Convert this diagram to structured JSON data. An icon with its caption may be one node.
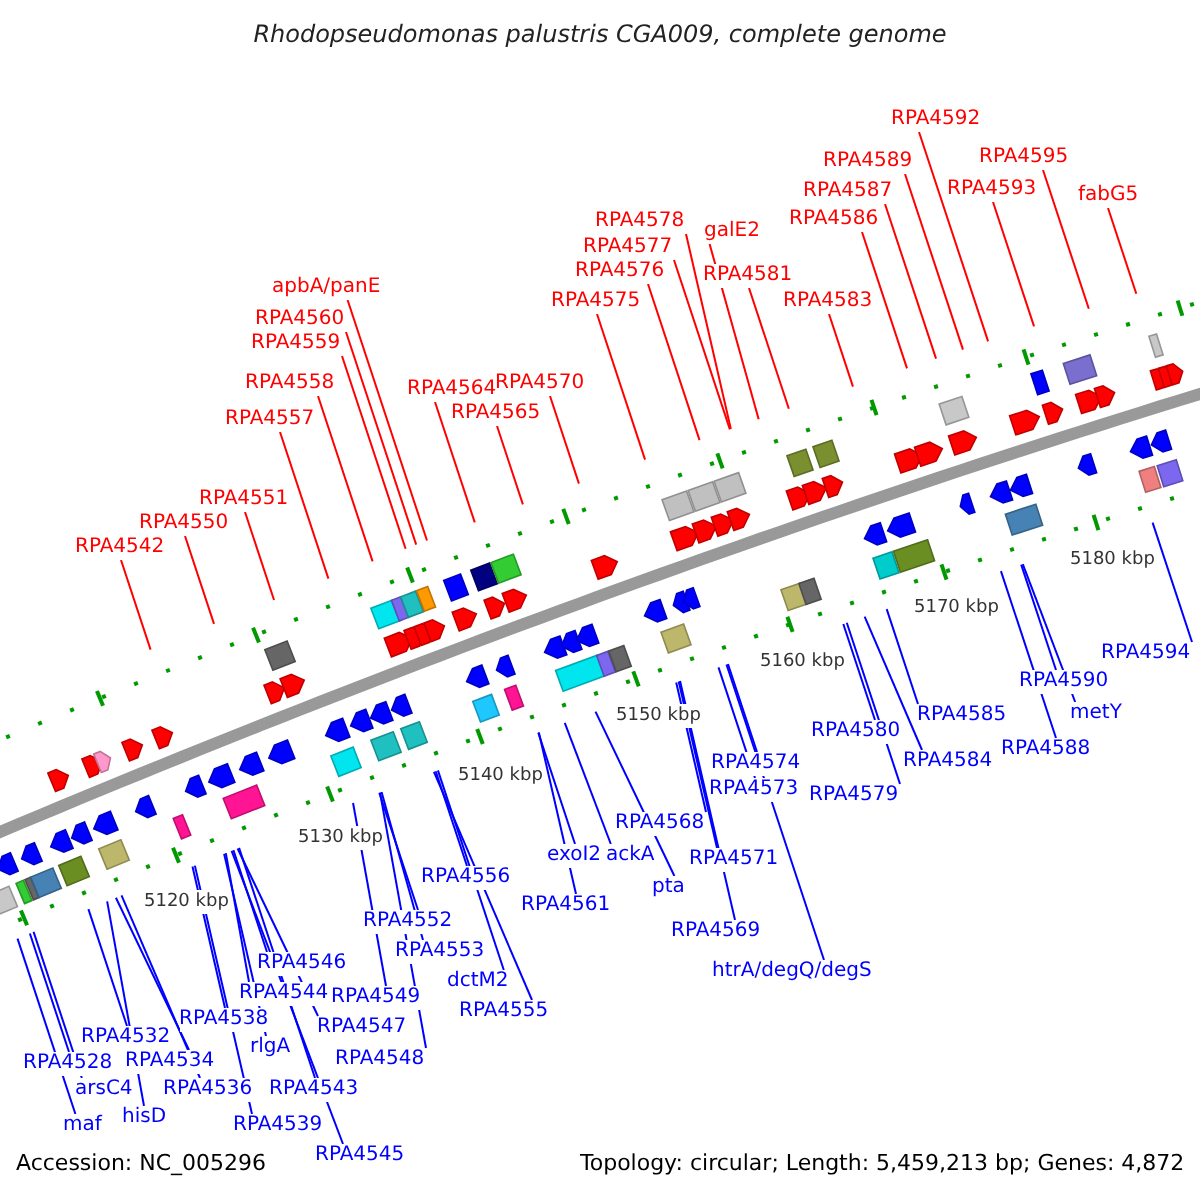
{
  "diagram": {
    "title": "Rhodopseudomonas palustris CGA009, complete genome",
    "nodes": [
      {
        "text": [
          "RPA4592"
        ]
      },
      {
        "text": [
          "RPA4589"
        ]
      },
      {
        "text": [
          "RPA4595"
        ]
      },
      {
        "text": [
          "RPA4587"
        ]
      },
      {
        "text": [
          "RPA4593"
        ]
      },
      {
        "text": [
          "fabG5"
        ]
      },
      {
        "text": [
          "RPA4586"
        ]
      },
      {
        "text": [
          "RPA4578"
        ]
      },
      {
        "text": [
          "galE2"
        ]
      },
      {
        "text": [
          "RPA4577"
        ]
      },
      {
        "text": [
          "RPA4576"
        ]
      },
      {
        "text": [
          "RPA4581"
        ]
      },
      {
        "text": [
          "apbA/panE"
        ]
      },
      {
        "text": [
          "RPA4575"
        ]
      },
      {
        "text": [
          "RPA4583"
        ]
      },
      {
        "text": [
          "RPA4560"
        ]
      },
      {
        "text": [
          "RPA4559"
        ]
      },
      {
        "text": [
          "RPA4558"
        ]
      },
      {
        "text": [
          "RPA4564"
        ]
      },
      {
        "text": [
          "RPA4570"
        ]
      },
      {
        "text": [
          "RPA4565"
        ]
      },
      {
        "text": [
          "RPA4557"
        ]
      },
      {
        "text": [
          "RPA4551"
        ]
      },
      {
        "text": [
          "RPA4550"
        ]
      },
      {
        "text": [
          "RPA4542"
        ]
      },
      {
        "text": [
          "RPA4594"
        ]
      },
      {
        "text": [
          "RPA4590"
        ]
      },
      {
        "text": [
          "metY"
        ]
      },
      {
        "text": [
          "RPA4588"
        ]
      },
      {
        "text": [
          "RPA4585"
        ]
      },
      {
        "text": [
          "RPA4584"
        ]
      },
      {
        "text": [
          "RPA4580"
        ]
      },
      {
        "text": [
          "RPA4579"
        ]
      },
      {
        "text": [
          "RPA4574"
        ]
      },
      {
        "text": [
          "RPA4573"
        ]
      },
      {
        "text": [
          "RPA4568"
        ]
      },
      {
        "text": [
          "RPA4571"
        ]
      },
      {
        "text": [
          "exoI2"
        ]
      },
      {
        "text": [
          "ackA"
        ]
      },
      {
        "text": [
          "pta"
        ]
      },
      {
        "text": [
          "RPA4561"
        ]
      },
      {
        "text": [
          "RPA4569"
        ]
      },
      {
        "text": [
          "htrA/degQ/degS"
        ]
      },
      {
        "text": [
          "RPA4556"
        ]
      },
      {
        "text": [
          "RPA4552"
        ]
      },
      {
        "text": [
          "RPA4553"
        ]
      },
      {
        "text": [
          "dctM2"
        ]
      },
      {
        "text": [
          "RPA4555"
        ]
      },
      {
        "text": [
          "RPA4546"
        ]
      },
      {
        "text": [
          "RPA4544"
        ]
      },
      {
        "text": [
          "RPA4549"
        ]
      },
      {
        "text": [
          "RPA4538"
        ]
      },
      {
        "text": [
          "RPA4547"
        ]
      },
      {
        "text": [
          "RPA4532"
        ]
      },
      {
        "text": [
          "rlgA"
        ]
      },
      {
        "text": [
          "RPA4548"
        ]
      },
      {
        "text": [
          "RPA4528"
        ]
      },
      {
        "text": [
          "RPA4534"
        ]
      },
      {
        "text": [
          "arsC4"
        ]
      },
      {
        "text": [
          "RPA4536"
        ]
      },
      {
        "text": [
          "RPA4543"
        ]
      },
      {
        "text": [
          "hisD"
        ]
      },
      {
        "text": [
          "maf"
        ]
      },
      {
        "text": [
          "RPA4539"
        ]
      },
      {
        "text": [
          "RPA4545"
        ]
      }
    ],
    "edges": [
      {
        "from": 0,
        "to": null,
        "arrow": "none",
        "color": "#ff0000"
      },
      {
        "from": 1,
        "to": null,
        "arrow": "none",
        "color": "#ff0000"
      },
      {
        "from": 2,
        "to": null,
        "arrow": "none",
        "color": "#ff0000"
      },
      {
        "from": 3,
        "to": null,
        "arrow": "none",
        "color": "#ff0000"
      },
      {
        "from": 4,
        "to": null,
        "arrow": "none",
        "color": "#ff0000"
      },
      {
        "from": 5,
        "to": null,
        "arrow": "none",
        "color": "#ff0000"
      },
      {
        "from": 6,
        "to": null,
        "arrow": "none",
        "color": "#ff0000"
      },
      {
        "from": 7,
        "to": null,
        "arrow": "none",
        "color": "#ff0000"
      },
      {
        "from": 8,
        "to": null,
        "arrow": "none",
        "color": "#ff0000"
      },
      {
        "from": 9,
        "to": null,
        "arrow": "none",
        "color": "#ff0000"
      },
      {
        "from": 10,
        "to": null,
        "arrow": "none",
        "color": "#ff0000"
      },
      {
        "from": 11,
        "to": null,
        "arrow": "none",
        "color": "#ff0000"
      },
      {
        "from": 12,
        "to": null,
        "arrow": "none",
        "color": "#ff0000"
      },
      {
        "from": 13,
        "to": null,
        "arrow": "none",
        "color": "#ff0000"
      },
      {
        "from": 14,
        "to": null,
        "arrow": "none",
        "color": "#ff0000"
      },
      {
        "from": 15,
        "to": null,
        "arrow": "none",
        "color": "#ff0000"
      },
      {
        "from": 16,
        "to": null,
        "arrow": "none",
        "color": "#ff0000"
      },
      {
        "from": 17,
        "to": null,
        "arrow": "none",
        "color": "#ff0000"
      },
      {
        "from": 18,
        "to": null,
        "arrow": "none",
        "color": "#ff0000"
      },
      {
        "from": 19,
        "to": null,
        "arrow": "none",
        "color": "#ff0000"
      },
      {
        "from": 20,
        "to": null,
        "arrow": "none",
        "color": "#ff0000"
      },
      {
        "from": 21,
        "to": null,
        "arrow": "none",
        "color": "#ff0000"
      },
      {
        "from": 22,
        "to": null,
        "arrow": "none",
        "color": "#ff0000"
      },
      {
        "from": 23,
        "to": null,
        "arrow": "none",
        "color": "#ff0000"
      },
      {
        "from": 24,
        "to": null,
        "arrow": "none",
        "color": "#ff0000"
      },
      {
        "from": 25,
        "to": null,
        "arrow": "none"
      },
      {
        "from": 26,
        "to": null,
        "arrow": "none"
      },
      {
        "from": 27,
        "to": null,
        "arrow": "none"
      },
      {
        "from": 28,
        "to": null,
        "arrow": "none"
      },
      {
        "from": 29,
        "to": null,
        "arrow": "none"
      },
      {
        "from": 30,
        "to": null,
        "arrow": "none"
      },
      {
        "from": 31,
        "to": null,
        "arrow": "none"
      },
      {
        "from": 32,
        "to": null,
        "arrow": "none"
      },
      {
        "from": 33,
        "to": null,
        "arrow": "none"
      },
      {
        "from": 34,
        "to": null,
        "arrow": "none"
      },
      {
        "from": 35,
        "to": null,
        "arrow": "none"
      },
      {
        "from": 36,
        "to": null,
        "arrow": "none"
      },
      {
        "from": 37,
        "to": null,
        "arrow": "none"
      },
      {
        "from": 38,
        "to": null,
        "arrow": "none"
      },
      {
        "from": 39,
        "to": null,
        "arrow": "none"
      },
      {
        "from": 40,
        "to": null,
        "arrow": "none"
      },
      {
        "from": 41,
        "to": null,
        "arrow": "none"
      },
      {
        "from": 42,
        "to": null,
        "arrow": "none"
      },
      {
        "from": 43,
        "to": null,
        "arrow": "none"
      },
      {
        "from": 44,
        "to": null,
        "arrow": "none"
      },
      {
        "from": 45,
        "to": null,
        "arrow": "none"
      },
      {
        "from": 46,
        "to": null,
        "arrow": "none"
      },
      {
        "from": 47,
        "to": null,
        "arrow": "none"
      },
      {
        "from": 48,
        "to": null,
        "arrow": "none"
      },
      {
        "from": 49,
        "to": null,
        "arrow": "none"
      },
      {
        "from": 50,
        "to": null,
        "arrow": "none"
      },
      {
        "from": 51,
        "to": null,
        "arrow": "none"
      },
      {
        "from": 52,
        "to": null,
        "arrow": "none"
      },
      {
        "from": 53,
        "to": null,
        "arrow": "none"
      },
      {
        "from": 54,
        "to": null,
        "arrow": "none"
      },
      {
        "from": 55,
        "to": null,
        "arrow": "none"
      },
      {
        "from": 56,
        "to": null,
        "arrow": "none"
      },
      {
        "from": 57,
        "to": null,
        "arrow": "none"
      },
      {
        "from": 58,
        "to": null,
        "arrow": "none"
      },
      {
        "from": 59,
        "to": null,
        "arrow": "none"
      },
      {
        "from": 60,
        "to": null,
        "arrow": "none"
      },
      {
        "from": 61,
        "to": null,
        "arrow": "none"
      },
      {
        "from": 62,
        "to": null,
        "arrow": "none"
      },
      {
        "from": 63,
        "to": null,
        "arrow": "none"
      },
      {
        "from": 64,
        "to": null,
        "arrow": "none"
      }
    ],
    "labels": [
      "5120 kbp",
      "5130 kbp",
      "5140 kbp",
      "5150 kbp",
      "5160 kbp",
      "5170 kbp",
      "5180 kbp",
      "Accession: NC_005296",
      "Topology: circular; Length: 5,459,213 bp; Genes: 4,872"
    ]
  }
}
